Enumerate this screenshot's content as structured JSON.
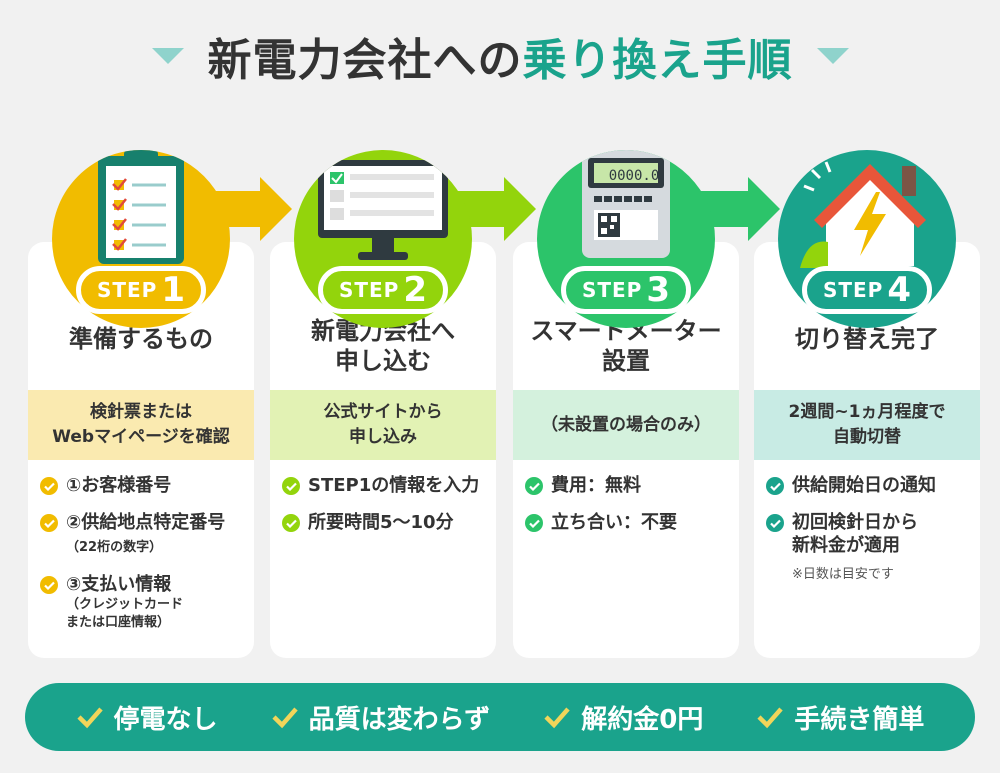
{
  "title": {
    "part1": "新電力会社への",
    "part2": "乗り換え手順"
  },
  "colors": {
    "step1": "#f1bc00",
    "step2": "#93d40c",
    "step3": "#2cc46a",
    "step4": "#1aa38c",
    "accent": "#1aa38c"
  },
  "steps": [
    {
      "badge_word": "STEP",
      "badge_num": "1",
      "title": "準備するもの",
      "band": "検針票または\nWebマイページを確認",
      "items": [
        {
          "text": "①お客様番号"
        },
        {
          "text": "②供給地点特定番号",
          "sub": "（22桁の数字）"
        },
        {
          "text": "③支払い情報",
          "sub": "（クレジットカード\nまたは口座情報）"
        }
      ]
    },
    {
      "badge_word": "STEP",
      "badge_num": "2",
      "title": "新電力会社へ\n申し込む",
      "band": "公式サイトから\n申し込み",
      "items": [
        {
          "text": "STEP1の情報を入力"
        },
        {
          "text": "所要時間5〜10分"
        }
      ]
    },
    {
      "badge_word": "STEP",
      "badge_num": "3",
      "title": "スマートメーター\n設置",
      "band": "（未設置の場合のみ）",
      "meter_reading": "0000.0",
      "items": [
        {
          "text": "費用：無料"
        },
        {
          "text": "立ち合い：不要"
        }
      ]
    },
    {
      "badge_word": "STEP",
      "badge_num": "4",
      "title": "切り替え完了",
      "band": "2週間~1ヵ月程度で\n自動切替",
      "items": [
        {
          "text": "供給開始日の通知"
        },
        {
          "text": "初回検針日から\n新料金が適用"
        }
      ],
      "note": "※日数は目安です"
    }
  ],
  "benefits": [
    "停電なし",
    "品質は変わらず",
    "解約金0円",
    "手続き簡単"
  ]
}
